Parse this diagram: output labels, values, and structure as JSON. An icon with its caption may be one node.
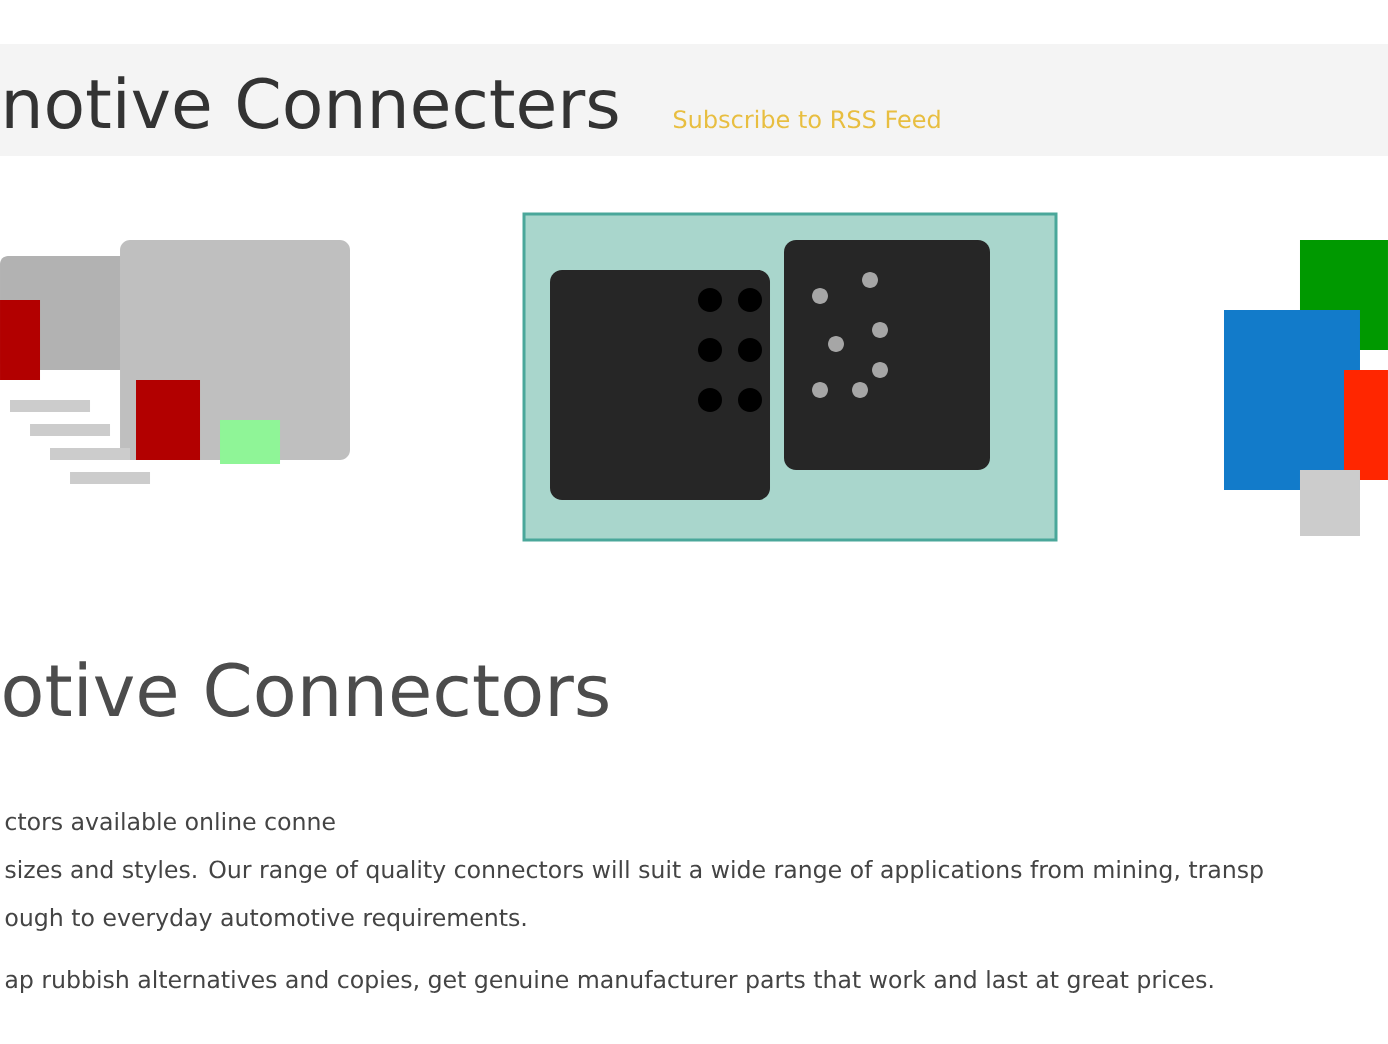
{
  "diagram": {
    "title": "notive Connecters",
    "labels": [
      "Subscribe to RSS Feed",
      "otive Connectors",
      "ctors available online conne",
      "sizes and styles. Our range of quality connectors will suit a wide range of applications from mining, transp",
      "ough to everyday automotive requirements.",
      "ap rubbish alternatives and copies, get genuine manufacturer parts that work and last at great prices."
    ]
  }
}
